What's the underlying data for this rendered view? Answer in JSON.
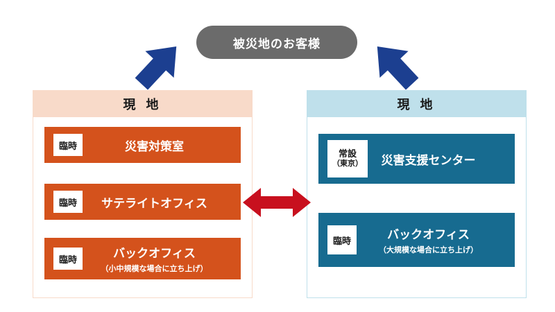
{
  "colors": {
    "top_box_bg": "#6b6b6b",
    "navy_arrow": "#1c3f90",
    "red_arrow": "#c8101e",
    "left_header_bg": "#f8dac9",
    "left_item_bg": "#d4521c",
    "right_header_bg": "#bfe0eb",
    "right_item_bg": "#176b90"
  },
  "icons": {
    "up_arrow_left": "block-arrow-up-right",
    "up_arrow_right": "block-arrow-up-left",
    "center_arrow": "bidirectional-horizontal-arrow"
  },
  "top_box": {
    "label": "被災地のお客様"
  },
  "left_panel": {
    "header": "現 地",
    "items": [
      {
        "tag": "臨時",
        "title": "災害対策室"
      },
      {
        "tag": "臨時",
        "title": "サテライトオフィス"
      },
      {
        "tag": "臨時",
        "title": "バックオフィス",
        "subtitle": "（小中規模な場合に立ち上げ）"
      }
    ]
  },
  "right_panel": {
    "header": "現 地",
    "items": [
      {
        "tag": "常設",
        "tag_sub": "（東京）",
        "title": "災害支援センター"
      },
      {
        "tag": "臨時",
        "title": "バックオフィス",
        "subtitle": "（大規模な場合に立ち上げ）"
      }
    ]
  }
}
